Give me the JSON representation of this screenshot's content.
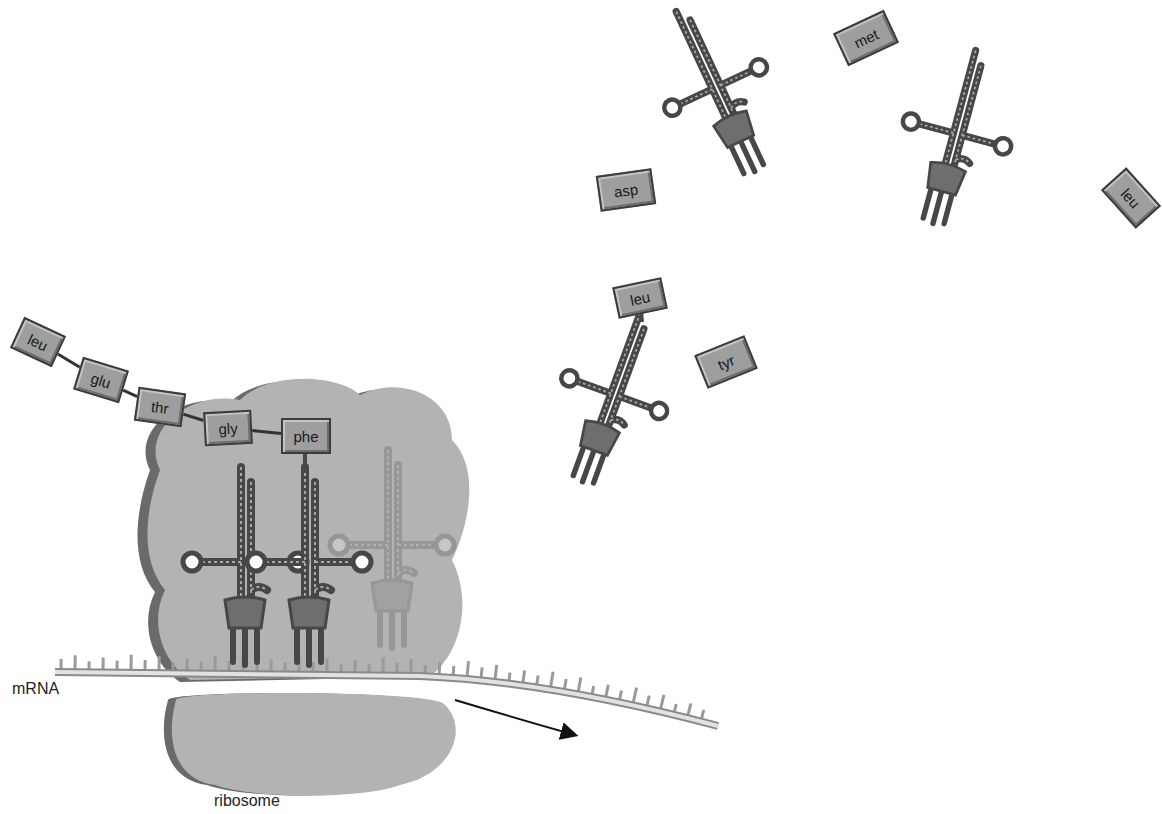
{
  "diagram": {
    "nodes": [
      {
        "text": [
          "leu"
        ]
      },
      {
        "text": [
          "glu"
        ]
      },
      {
        "text": [
          "thr"
        ]
      },
      {
        "text": [
          "gly"
        ]
      },
      {
        "text": [
          "phe"
        ]
      },
      {
        "text": [
          "met"
        ]
      },
      {
        "text": [
          "asp"
        ]
      },
      {
        "text": [
          "leu"
        ]
      },
      {
        "text": [
          "leu"
        ]
      },
      {
        "text": [
          "tyr"
        ]
      }
    ],
    "edges": [
      {
        "from": 0,
        "to": 1,
        "arrow": "none"
      },
      {
        "from": 1,
        "to": 2,
        "arrow": "none"
      },
      {
        "from": 2,
        "to": 3,
        "arrow": "none"
      },
      {
        "from": 3,
        "to": 4,
        "arrow": "none"
      }
    ],
    "labels": [
      "mRNA",
      "ribosome"
    ]
  }
}
